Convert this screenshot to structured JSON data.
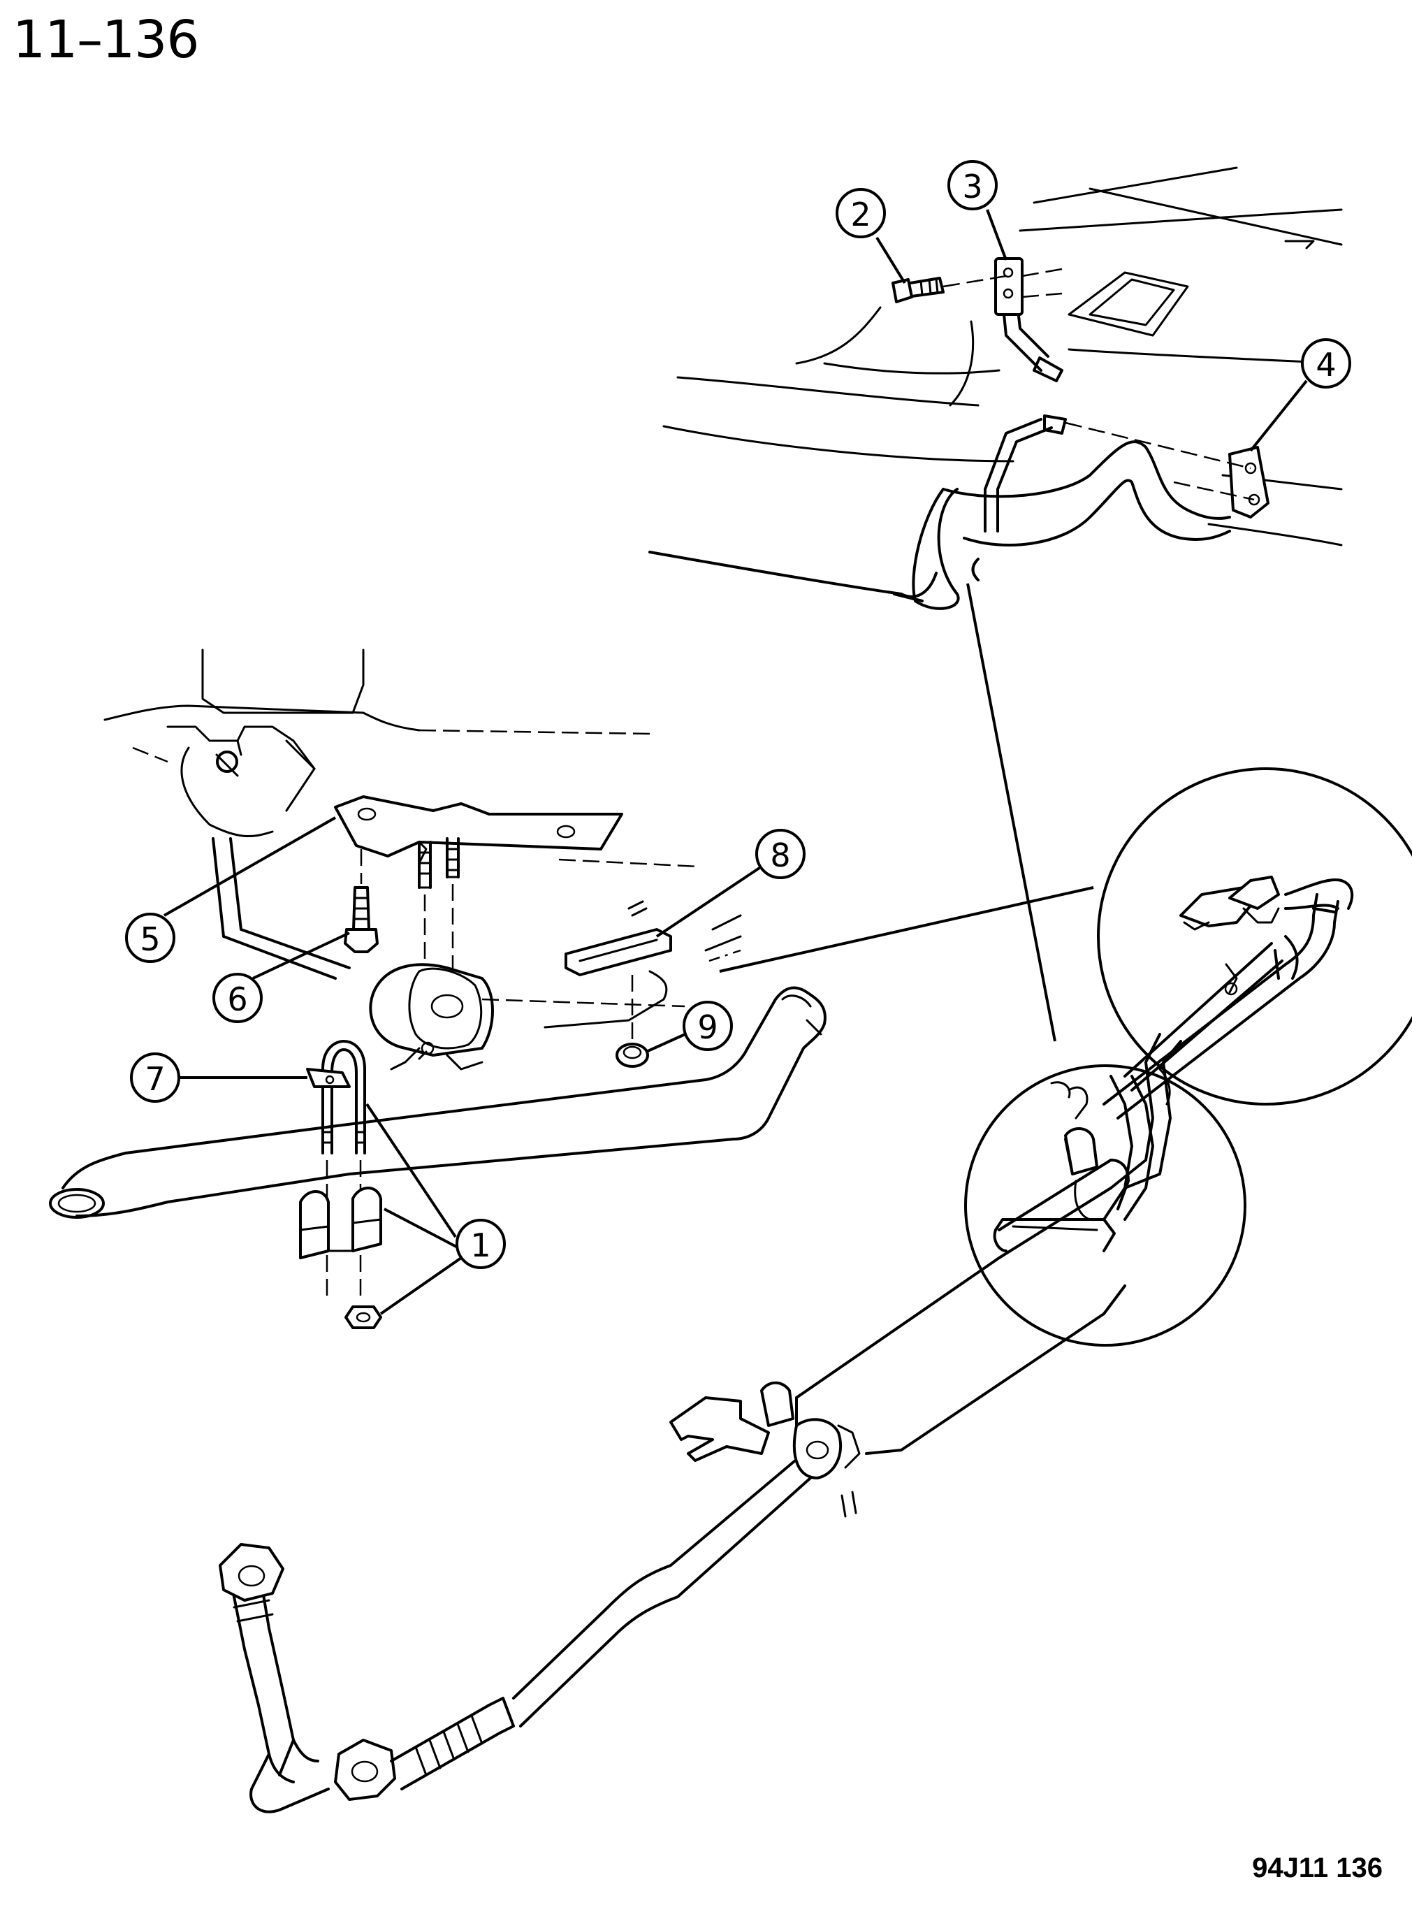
{
  "page_number": "11–136",
  "figure_code": "94J11 136",
  "callouts": [
    {
      "id": "1",
      "label": "1"
    },
    {
      "id": "2",
      "label": "2"
    },
    {
      "id": "3",
      "label": "3"
    },
    {
      "id": "4",
      "label": "4"
    },
    {
      "id": "5",
      "label": "5"
    },
    {
      "id": "6",
      "label": "6"
    },
    {
      "id": "7",
      "label": "7"
    },
    {
      "id": "8",
      "label": "8"
    },
    {
      "id": "9",
      "label": "9"
    }
  ]
}
